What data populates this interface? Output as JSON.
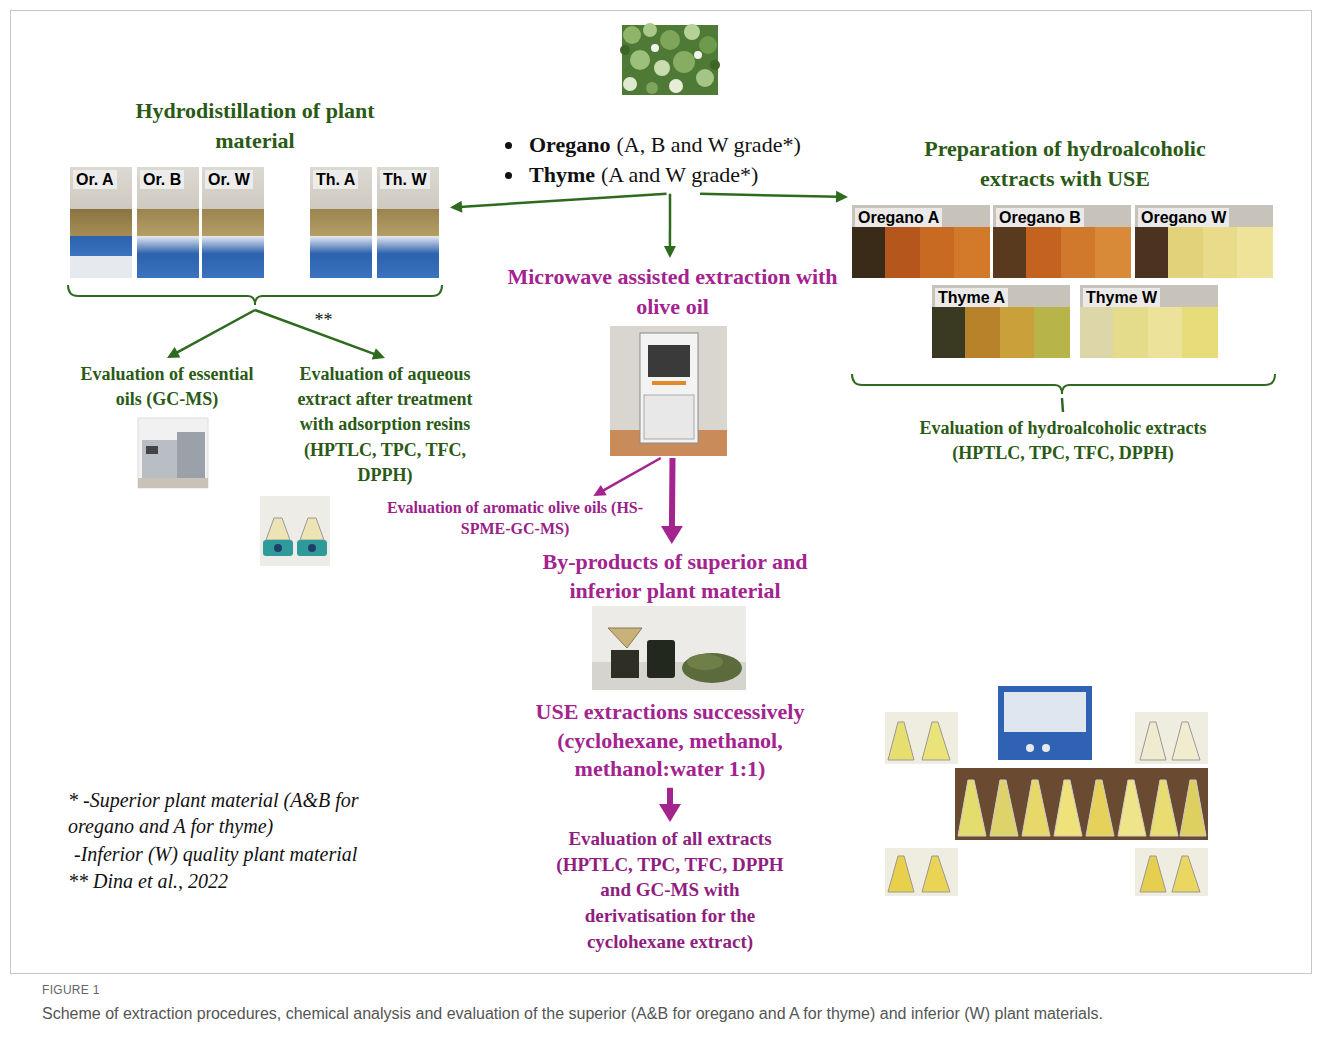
{
  "diagram": {
    "caption": "Scheme of extraction procedures, chemical analysis and evaluation of the superior (A&B for oregano and A for thyme) and inferior (W) plant materials.",
    "nodes": [
      {
        "text": [
          "Oregano",
          "(A, B and W grade*)",
          "Thyme",
          "(A and W grade*)"
        ]
      },
      {
        "text": [
          "Hydrodistillation of plant material"
        ]
      },
      {
        "text": [
          "Or. A"
        ],
        "in": 1
      },
      {
        "text": [
          "Or. B"
        ],
        "in": 1
      },
      {
        "text": [
          "Or. W"
        ],
        "in": 1
      },
      {
        "text": [
          "Th. A"
        ],
        "in": 1
      },
      {
        "text": [
          "Th. W"
        ],
        "in": 1
      },
      {
        "text": [
          "Microwave assisted extraction with olive oil"
        ]
      },
      {
        "text": [
          "Preparation of hydroalcoholic extracts with USE"
        ]
      },
      {
        "text": [
          "Oregano A"
        ],
        "in": 8
      },
      {
        "text": [
          "Oregano B"
        ],
        "in": 8
      },
      {
        "text": [
          "Oregano W"
        ],
        "in": 8
      },
      {
        "text": [
          "Thyme A"
        ],
        "in": 8
      },
      {
        "text": [
          "Thyme W"
        ],
        "in": 8
      },
      {
        "text": [
          "Evaluation of essential oils (GC-MS)"
        ]
      },
      {
        "text": [
          "Evaluation of aqueous extract after treatment with adsorption resins (HPTLC, TPC, TFC, DPPH)"
        ]
      },
      {
        "text": [
          "Evaluation of aromatic olive oils (HS-SPME-GC-MS)"
        ]
      },
      {
        "text": [
          "By-products of superior and inferior plant material"
        ]
      },
      {
        "text": [
          "USE extractions successively (cyclohexane, methanol, methanol:water 1:1)"
        ]
      },
      {
        "text": [
          "Evaluation of all extracts (HPTLC, TPC, TFC, DPPH and GC-MS with derivatisation for the cyclohexane extract)"
        ]
      },
      {
        "text": [
          "Evaluation of hydroalcoholic extracts (HPTLC, TPC, TFC, DPPH)"
        ]
      }
    ],
    "edges": [
      {
        "from": 0,
        "to": 1,
        "arrow": "to"
      },
      {
        "from": 0,
        "to": 7,
        "arrow": "to"
      },
      {
        "from": 0,
        "to": 8,
        "arrow": "to"
      },
      {
        "from": 1,
        "to": 14,
        "arrow": "to"
      },
      {
        "from": 1,
        "to": 15,
        "arrow": "to",
        "label": "**"
      },
      {
        "from": 7,
        "to": 16,
        "arrow": "to"
      },
      {
        "from": 7,
        "to": 17,
        "arrow": "to"
      },
      {
        "from": 8,
        "to": 20,
        "arrow": "none"
      },
      {
        "from": 18,
        "to": 19,
        "arrow": "to"
      }
    ],
    "labels": [
      "* -Superior plant material (A&B for oregano and A for thyme)",
      "-Inferior (W) quality plant material",
      "** Dina et al., 2022",
      "FIGURE 1"
    ]
  }
}
